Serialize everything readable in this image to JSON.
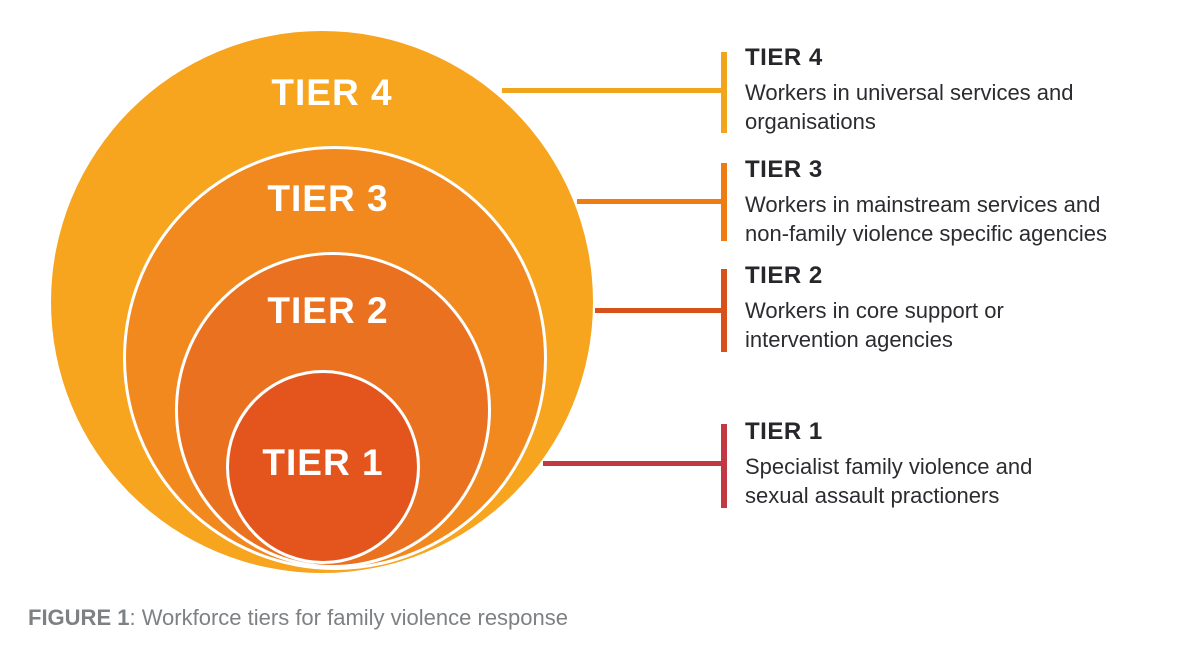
{
  "figure": {
    "caption_label": "FIGURE 1",
    "caption_rest": ": Workforce tiers for family violence response",
    "caption_color": "#7E8184"
  },
  "diagram_type": "nested-circles",
  "tiers": [
    {
      "id": "tier4",
      "label": "TIER 4",
      "description_lines": [
        "Workers in universal services and",
        "organisations"
      ],
      "circle_color": "#F7A41E",
      "accent_color": "#F1A51D"
    },
    {
      "id": "tier3",
      "label": "TIER 3",
      "description_lines": [
        "Workers in mainstream services and",
        "non-family violence specific agencies"
      ],
      "circle_color": "#F1891F",
      "accent_color": "#EE7C12"
    },
    {
      "id": "tier2",
      "label": "TIER 2",
      "description_lines": [
        "Workers in core support or",
        "intervention agencies"
      ],
      "circle_color": "#E97120",
      "accent_color": "#D8511B"
    },
    {
      "id": "tier1",
      "label": "TIER 1",
      "description_lines": [
        "Specialist family violence and",
        "sexual assault practioners"
      ],
      "circle_color": "#E4551E",
      "accent_color": "#C23944"
    }
  ],
  "text_colors": {
    "circle_label": "#FFFFFF",
    "heading": "#27262A",
    "description": "#2C2B30"
  }
}
